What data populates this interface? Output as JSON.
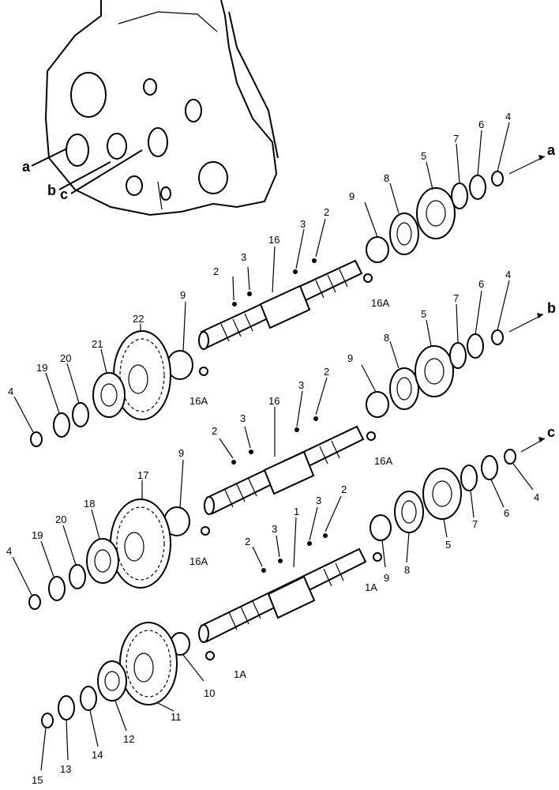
{
  "diagram": {
    "housing_labels": {
      "a": "a",
      "b": "b",
      "c": "c"
    },
    "shaft1": {
      "labels": {
        "p2a": "2",
        "p3a": "3",
        "p16": "16",
        "p3b": "3",
        "p2b": "2",
        "p9": "9",
        "p16A": "16A",
        "p8": "8",
        "p5": "5",
        "p7": "7",
        "p6": "6",
        "p4": "4",
        "arrow": "a",
        "p9L": "9",
        "p16AL": "16A",
        "p22": "22",
        "p21": "21",
        "p20": "20",
        "p19": "19",
        "p4L": "4"
      }
    },
    "shaft2": {
      "labels": {
        "p2a": "2",
        "p3a": "3",
        "p16": "16",
        "p3b": "3",
        "p2b": "2",
        "p9": "9",
        "p16A": "16A",
        "p8": "8",
        "p5": "5",
        "p7": "7",
        "p6": "6",
        "p4": "4",
        "arrow": "b",
        "p9L": "9",
        "p16AL": "16A",
        "p17": "17",
        "p18": "18",
        "p20": "20",
        "p19": "19",
        "p4L": "4"
      }
    },
    "shaft3": {
      "labels": {
        "p2a": "2",
        "p3a": "3",
        "p1": "1",
        "p3b": "3",
        "p2b": "2",
        "p9": "9",
        "p1A": "1A",
        "p8": "8",
        "p5": "5",
        "p7": "7",
        "p6": "6",
        "p4": "4",
        "arrow": "c",
        "p10": "10",
        "p1AL": "1A",
        "p11": "11",
        "p12": "12",
        "p14": "14",
        "p13": "13",
        "p15": "15"
      }
    }
  }
}
